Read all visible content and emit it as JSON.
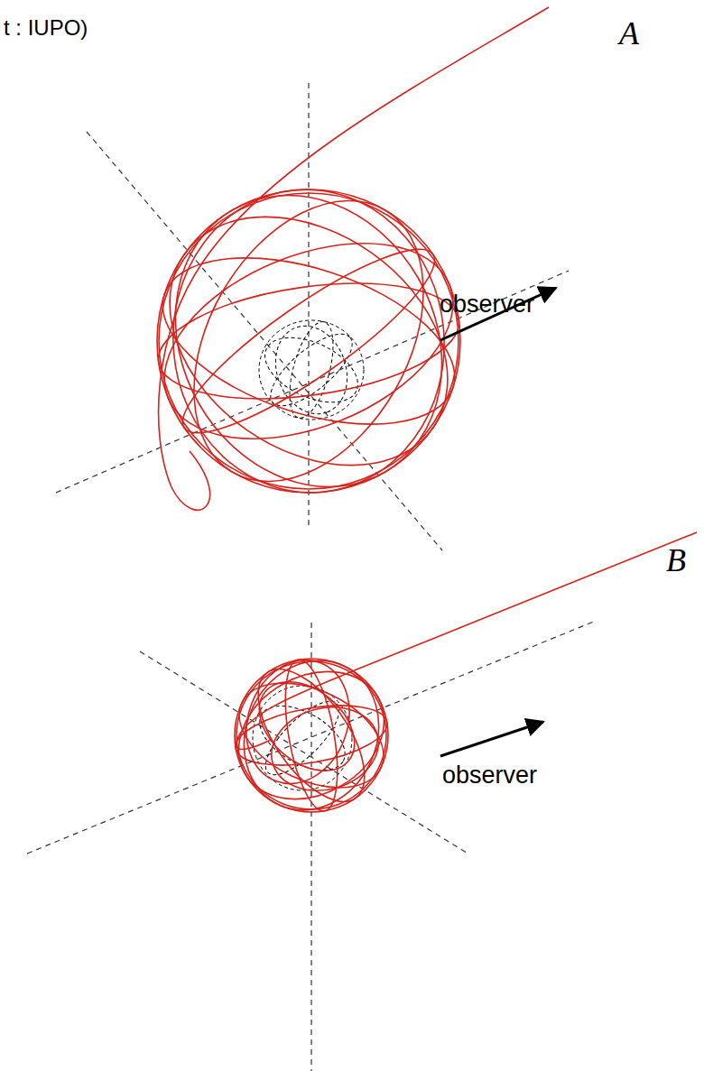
{
  "diagram": {
    "labels": [
      "t : IUPO)",
      "A",
      "observer",
      "B",
      "observer"
    ]
  }
}
